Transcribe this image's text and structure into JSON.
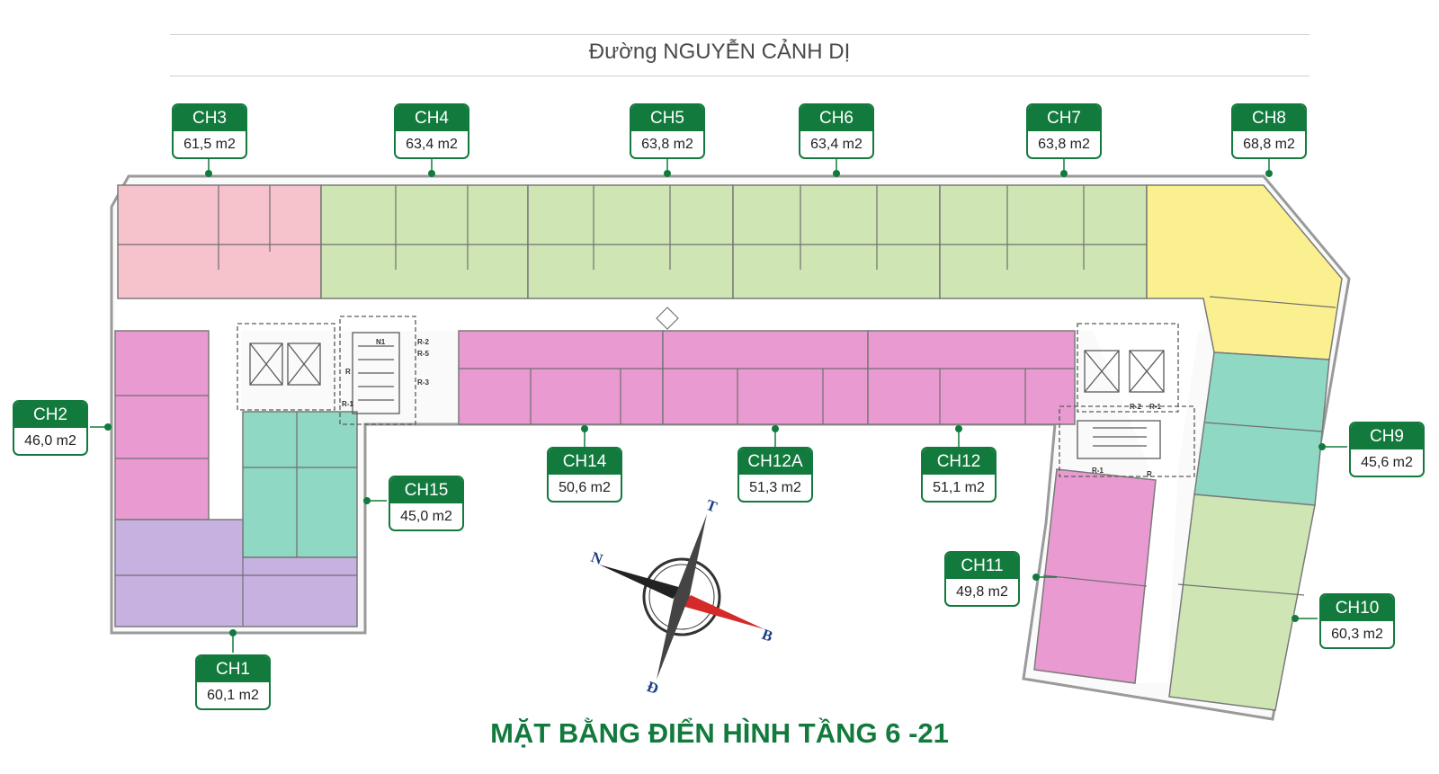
{
  "header": {
    "street": "Đường NGUYỄN CẢNH DỊ"
  },
  "units": [
    {
      "code": "CH3",
      "area": "61,5 m2",
      "color": "#f6c2cb"
    },
    {
      "code": "CH4",
      "area": "63,4 m2",
      "color": "#cfe6b4"
    },
    {
      "code": "CH5",
      "area": "63,8 m2",
      "color": "#cfe6b4"
    },
    {
      "code": "CH6",
      "area": "63,4 m2",
      "color": "#cfe6b4"
    },
    {
      "code": "CH7",
      "area": "63,8 m2",
      "color": "#cfe6b4"
    },
    {
      "code": "CH8",
      "area": "68,8 m2",
      "color": "#fbf08f"
    },
    {
      "code": "CH2",
      "area": "46,0 m2",
      "color": "#e99ad1"
    },
    {
      "code": "CH15",
      "area": "45,0 m2",
      "color": "#8ed8c4"
    },
    {
      "code": "CH14",
      "area": "50,6 m2",
      "color": "#e99ad1"
    },
    {
      "code": "CH12A",
      "area": "51,3 m2",
      "color": "#e99ad1"
    },
    {
      "code": "CH12",
      "area": "51,1 m2",
      "color": "#e99ad1"
    },
    {
      "code": "CH9",
      "area": "45,6 m2",
      "color": "#8ed8c4"
    },
    {
      "code": "CH11",
      "area": "49,8 m2",
      "color": "#e99ad1"
    },
    {
      "code": "CH10",
      "area": "60,3 m2",
      "color": "#cfe6b4"
    },
    {
      "code": "CH1",
      "area": "60,1 m2",
      "color": "#c7b1e0"
    }
  ],
  "core_labels": [
    "N1",
    "R-2",
    "R-5",
    "R-3",
    "R",
    "R-1",
    "R-2",
    "R-1",
    "R-1",
    "R"
  ],
  "compass": {
    "north": "N",
    "east": "T",
    "south": "B",
    "west": "Đ"
  },
  "footer": {
    "title": "MẶT BẰNG ĐIỂN HÌNH TẦNG 6 -21"
  },
  "colors": {
    "brand_green": "#137a3e",
    "outline": "#8a8a8a"
  }
}
